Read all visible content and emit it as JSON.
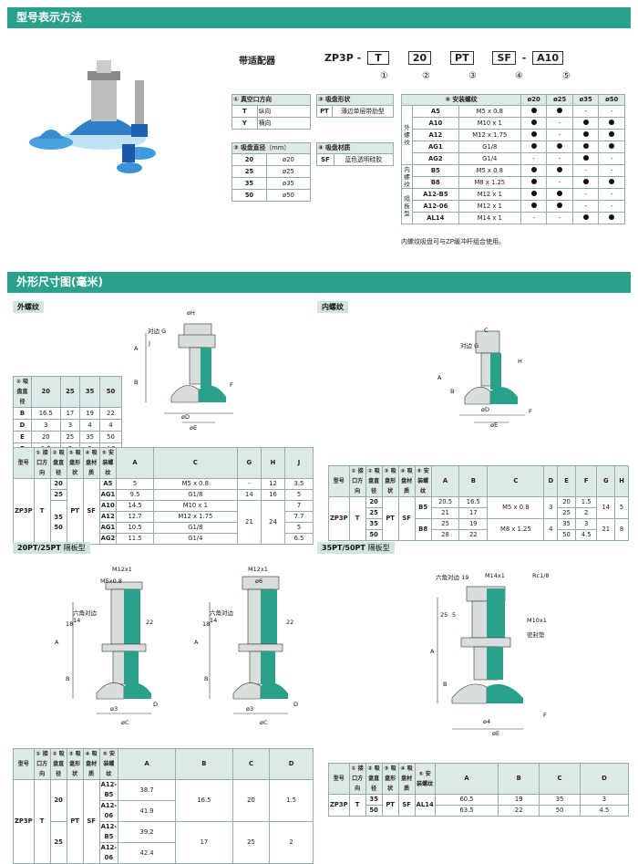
{
  "section1": "型号表示方法",
  "section2": "外形尺寸图(毫米)",
  "model": {
    "label": "带适配器",
    "base": "ZP3P",
    "dash1": "-",
    "c1": "T",
    "c2": "20",
    "c3": "PT",
    "c4": "SF",
    "dash2": "-",
    "c5": "A10",
    "nums": [
      "①",
      "②",
      "③",
      "④",
      "⑤"
    ]
  },
  "t1": {
    "title": "① 真空口方向",
    "rows": [
      [
        "T",
        "纵向"
      ],
      [
        "Y",
        "横向"
      ]
    ]
  },
  "t2": {
    "title": "② 吸盘直径",
    "unit": "（mm）",
    "rows": [
      [
        "20",
        "ø20"
      ],
      [
        "25",
        "ø25"
      ],
      [
        "35",
        "ø35"
      ],
      [
        "50",
        "ø50"
      ]
    ]
  },
  "t3": {
    "title": "③ 吸盘形状",
    "rows": [
      [
        "PT",
        "薄边单层带肋型"
      ]
    ]
  },
  "t4": {
    "title": "④ 吸盘材质",
    "rows": [
      [
        "SF",
        "蓝色透明硅胶"
      ]
    ]
  },
  "t5": {
    "title": "⑤ 安装螺纹",
    "cols": [
      "ø20",
      "ø25",
      "ø35",
      "ø50"
    ],
    "groups": [
      {
        "name": "外螺纹",
        "rows": [
          [
            "A5",
            "M5 x 0.8",
            "●",
            "●",
            "-",
            "-"
          ],
          [
            "A10",
            "M10 x 1",
            "●",
            "-",
            "●",
            "●"
          ],
          [
            "A12",
            "M12 x 1.75",
            "●",
            "-",
            "●",
            "●"
          ],
          [
            "AG1",
            "G1/8",
            "●",
            "●",
            "●",
            "●"
          ],
          [
            "AG2",
            "G1/4",
            "-",
            "-",
            "●",
            "-"
          ]
        ]
      },
      {
        "name": "内螺纹",
        "rows": [
          [
            "B5",
            "M5 x 0.8",
            "●",
            "●",
            "-",
            "-"
          ],
          [
            "B8",
            "M8 x 1.25",
            "●",
            "-",
            "●",
            "●"
          ]
        ]
      },
      {
        "name": "隔板型",
        "rows": [
          [
            "A12-B5",
            "M12 x 1",
            "●",
            "●",
            "-",
            "-"
          ],
          [
            "A12-06",
            "M12 x 1",
            "●",
            "●",
            "-",
            "-"
          ],
          [
            "AL14",
            "M14 x 1",
            "-",
            "-",
            "●",
            "●"
          ]
        ]
      }
    ],
    "note": "内螺纹吸盘可与ZP缓冲杆组合使用。"
  },
  "ext": {
    "tag": "外螺纹",
    "side": {
      "head": "② 吸盘直径",
      "cols": [
        "20",
        "25",
        "35",
        "50"
      ],
      "rows": [
        [
          "B",
          "16.5",
          "17",
          "19",
          "22"
        ],
        [
          "D",
          "3",
          "3",
          "4",
          "4"
        ],
        [
          "E",
          "20",
          "25",
          "35",
          "50"
        ],
        [
          "F",
          "1.5",
          "2",
          "3",
          "4.5"
        ]
      ]
    },
    "labels": {
      "H": "øH",
      "G": "对边 G",
      "J": "J",
      "A": "A",
      "B": "B",
      "D": "øD",
      "E": "øE",
      "F": "F"
    }
  },
  "int": {
    "tag": "内螺纹",
    "labels": {
      "C": "C",
      "G": "对边 G",
      "H": "H",
      "A": "A",
      "B": "B",
      "D": "øD",
      "E": "øE",
      "F": "F"
    }
  },
  "mainhead": [
    "型号",
    "① 接口方向",
    "② 吸盘直径",
    "③ 吸盘形状",
    "④ 吸盘材质",
    "⑤ 安装螺纹"
  ],
  "tExt": {
    "cols": [
      "A",
      "C",
      "G",
      "H",
      "J"
    ],
    "model": "ZP3P",
    "dir": "T",
    "d1": "20",
    "d2": "25",
    "d3": "35",
    "d4": "50",
    "shape": "PT",
    "mat": "SF",
    "rows": [
      [
        "A5",
        "5",
        "M5 x 0.8",
        "-",
        "12",
        "3.5"
      ],
      [
        "AG1",
        "9.5",
        "G1/8",
        "14",
        "16",
        "5"
      ],
      [
        "A10",
        "14.5",
        "M10 x 1",
        "",
        "",
        "7"
      ],
      [
        "A12",
        "12.7",
        "M12 x 1.75",
        "21",
        "24",
        "7.7"
      ],
      [
        "AG1",
        "10.5",
        "G1/8",
        "",
        "",
        "5"
      ],
      [
        "AG2",
        "11.5",
        "G1/4",
        "",
        "",
        "6.5"
      ]
    ]
  },
  "tInt": {
    "cols": [
      "A",
      "B",
      "C",
      "D",
      "E",
      "F",
      "G",
      "H"
    ],
    "model": "ZP3P",
    "dir": "T",
    "shape": "PT",
    "mat": "SF",
    "rows": [
      [
        "20",
        "B5",
        "20.5",
        "16.5",
        "M5 x 0.8",
        "3",
        "20",
        "1.5",
        "14",
        "5"
      ],
      [
        "25",
        "",
        "21",
        "17",
        "",
        "",
        "25",
        "2",
        "",
        ""
      ],
      [
        "35",
        "B8",
        "25",
        "19",
        "M8 x 1.25",
        "4",
        "35",
        "3",
        "21",
        "8"
      ],
      [
        "50",
        "",
        "28",
        "22",
        "",
        "",
        "50",
        "4.5",
        "",
        ""
      ]
    ]
  },
  "p1": {
    "tag": "20PT/25PT",
    "sub": "隔板型",
    "labels": {
      "m12": "M12x1",
      "m5": "M5x0.8",
      "hex": "六角对边14",
      "phi6": "ø6",
      "n18": "18",
      "n22": "22",
      "A": "A",
      "B": "B",
      "D": "D",
      "phi3": "ø3",
      "C": "øC"
    }
  },
  "p2": {
    "tag": "35PT/50PT",
    "sub": "隔板型",
    "labels": {
      "hex": "六角对边 19",
      "m14": "M14x1",
      "rc": "Rc1/8",
      "n25": "25",
      "n5": "5",
      "m10": "M10x1",
      "seal": "密封垫",
      "A": "A",
      "B": "B",
      "F": "F",
      "phi4": "ø4",
      "E": "øE"
    }
  },
  "tP1": {
    "cols": [
      "A",
      "B",
      "C",
      "D"
    ],
    "model": "ZP3P",
    "dir": "T",
    "shape": "PT",
    "mat": "SF",
    "rows": [
      [
        "20",
        "A12-B5",
        "38.7",
        "16.5",
        "20",
        "1.5"
      ],
      [
        "",
        "A12-06",
        "41.9",
        "",
        "",
        ""
      ],
      [
        "25",
        "A12-B5",
        "39.2",
        "17",
        "25",
        "2"
      ],
      [
        "",
        "A12-06",
        "42.4",
        "",
        "",
        ""
      ]
    ]
  },
  "tP2": {
    "cols": [
      "A",
      "B",
      "C",
      "D"
    ],
    "model": "ZP3P",
    "dir": "T",
    "shape": "PT",
    "mat": "SF",
    "thread": "AL14",
    "rows": [
      [
        "35",
        "60.5",
        "19",
        "35",
        "3"
      ],
      [
        "50",
        "63.5",
        "22",
        "50",
        "4.5"
      ]
    ]
  },
  "colors": {
    "accent": "#2aa18a",
    "header": "#dde9e6",
    "tag": "#cfe5de"
  }
}
